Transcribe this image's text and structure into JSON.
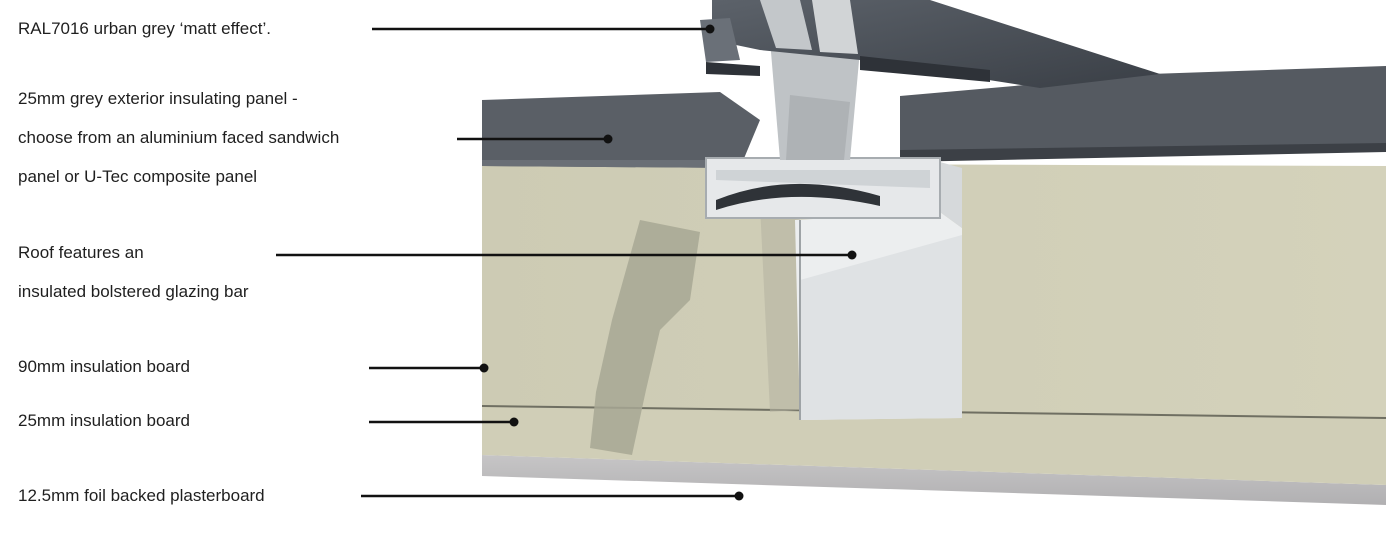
{
  "colors": {
    "capping": "#4a5058",
    "capping_dark": "#2e3238",
    "panel_top": "#565b62",
    "bar_metal": "#c6c9cc",
    "bar_white": "#eceeef",
    "insulation": "#cfcdb5",
    "insulation_shadow": "#a9a997",
    "plasterboard": "#bdbcbd",
    "leader": "#111111"
  },
  "callouts": {
    "capping": {
      "lines": [
        "RAL7016 urban grey ‘matt effect’."
      ]
    },
    "panel": {
      "lines": [
        "25mm grey exterior insulating panel -",
        "choose from an aluminium faced sandwich",
        "panel or U-Tec composite panel"
      ]
    },
    "glazing_bar": {
      "lines": [
        "Roof features an",
        "insulated bolstered glazing bar"
      ]
    },
    "insulation_90": {
      "lines": [
        "90mm insulation board"
      ]
    },
    "insulation_25": {
      "lines": [
        "25mm insulation board"
      ]
    },
    "plasterboard": {
      "lines": [
        "12.5mm foil backed plasterboard"
      ]
    }
  }
}
